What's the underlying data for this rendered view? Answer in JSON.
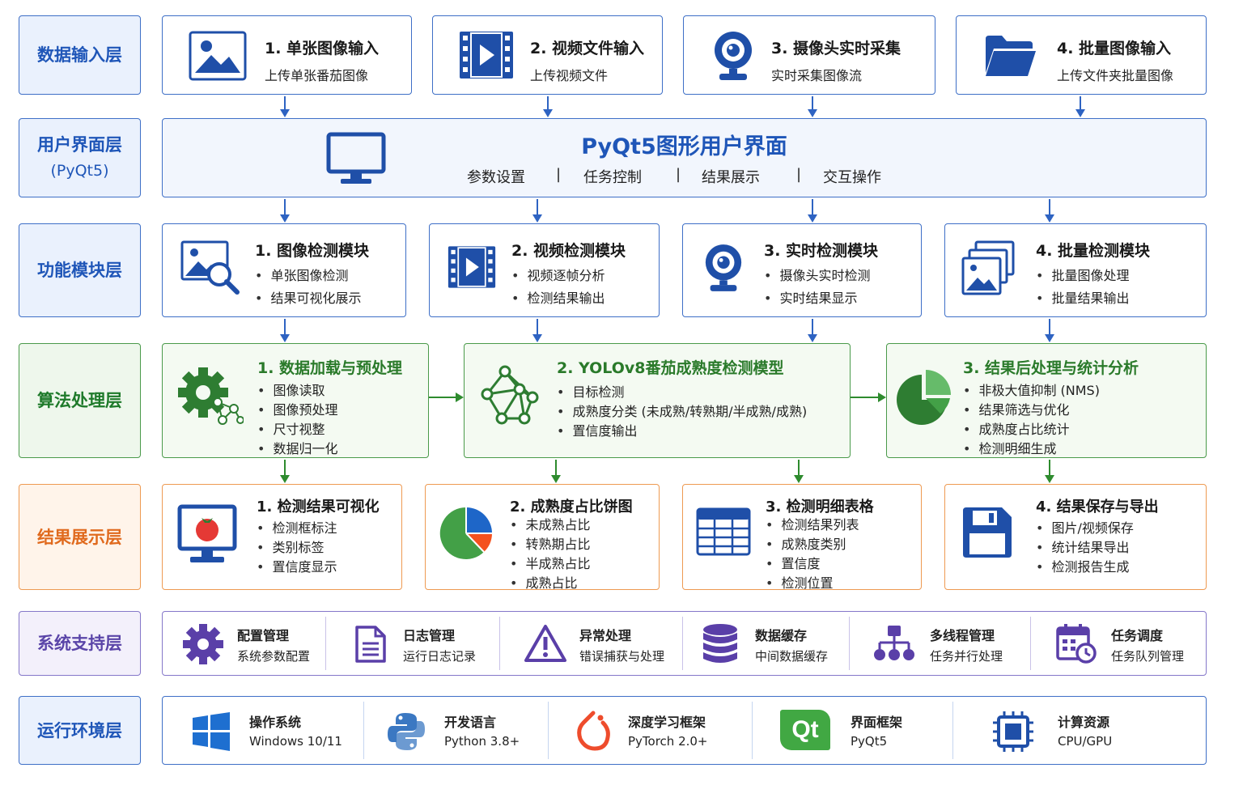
{
  "layers": {
    "input": "数据输入层",
    "ui": "用户界面层",
    "ui_sub": "(PyQt5)",
    "module": "功能模块层",
    "algo": "算法处理层",
    "result": "结果展示层",
    "support": "系统支持层",
    "env": "运行环境层"
  },
  "inputs": [
    {
      "title": "1. 单张图像输入",
      "desc": "上传单张番茄图像",
      "icon": "image-icon"
    },
    {
      "title": "2. 视频文件输入",
      "desc": "上传视频文件",
      "icon": "video-icon"
    },
    {
      "title": "3. 摄像头实时采集",
      "desc": "实时采集图像流",
      "icon": "webcam-icon"
    },
    {
      "title": "4. 批量图像输入",
      "desc": "上传文件夹批量图像",
      "icon": "folder-icon"
    }
  ],
  "ui": {
    "title": "PyQt5图形用户界面",
    "items": [
      "参数设置",
      "任务控制",
      "结果展示",
      "交互操作"
    ],
    "sep": "|"
  },
  "modules": [
    {
      "title": "1. 图像检测模块",
      "items": [
        "单张图像检测",
        "结果可视化展示"
      ]
    },
    {
      "title": "2. 视频检测模块",
      "items": [
        "视频逐帧分析",
        "检测结果输出"
      ]
    },
    {
      "title": "3. 实时检测模块",
      "items": [
        "摄像头实时检测",
        "实时结果显示"
      ]
    },
    {
      "title": "4. 批量检测模块",
      "items": [
        "批量图像处理",
        "批量结果输出"
      ]
    }
  ],
  "algos": [
    {
      "title": "1. 数据加载与预处理",
      "items": [
        "图像读取",
        "图像预处理",
        "尺寸视整",
        "数据归一化"
      ]
    },
    {
      "title": "2. YOLOv8番茄成熟度检测模型",
      "items": [
        "目标检测",
        "成熟度分类 (未成熟/转熟期/半成熟/成熟)",
        "置信度输出"
      ]
    },
    {
      "title": "3. 结果后处理与统计分析",
      "items": [
        "非极大值抑制 (NMS)",
        "结果筛选与优化",
        "成熟度占比统计",
        "检测明细生成"
      ]
    }
  ],
  "results": [
    {
      "title": "1. 检测结果可视化",
      "items": [
        "检测框标注",
        "类别标签",
        "置信度显示"
      ]
    },
    {
      "title": "2. 成熟度占比饼图",
      "items": [
        "未成熟占比",
        "转熟期占比",
        "半成熟占比",
        "成熟占比"
      ]
    },
    {
      "title": "3. 检测明细表格",
      "items": [
        "检测结果列表",
        "成熟度类别",
        "置信度",
        "检测位置"
      ]
    },
    {
      "title": "4. 结果保存与导出",
      "items": [
        "图片/视频保存",
        "统计结果导出",
        "检测报告生成"
      ]
    }
  ],
  "support": [
    {
      "title": "配置管理",
      "desc": "系统参数配置",
      "icon": "gear-icon"
    },
    {
      "title": "日志管理",
      "desc": "运行日志记录",
      "icon": "document-icon"
    },
    {
      "title": "异常处理",
      "desc": "错误捕获与处理",
      "icon": "warning-icon"
    },
    {
      "title": "数据缓存",
      "desc": "中间数据缓存",
      "icon": "database-icon"
    },
    {
      "title": "多线程管理",
      "desc": "任务并行处理",
      "icon": "hierarchy-icon"
    },
    {
      "title": "任务调度",
      "desc": "任务队列管理",
      "icon": "calendar-clock-icon"
    }
  ],
  "env": [
    {
      "title": "操作系统",
      "desc": "Windows 10/11",
      "icon": "windows-icon"
    },
    {
      "title": "开发语言",
      "desc": "Python 3.8+",
      "icon": "python-icon"
    },
    {
      "title": "深度学习框架",
      "desc": "PyTorch 2.0+",
      "icon": "pytorch-icon"
    },
    {
      "title": "界面框架",
      "desc": "PyQt5",
      "icon": "qt-icon",
      "logo": "Qt"
    },
    {
      "title": "计算资源",
      "desc": "CPU/GPU",
      "icon": "chip-icon"
    }
  ],
  "colors": {
    "blue": "#1f56b8",
    "green": "#2e8b2e",
    "orange": "#e06a1e",
    "purple": "#5a45a8"
  }
}
